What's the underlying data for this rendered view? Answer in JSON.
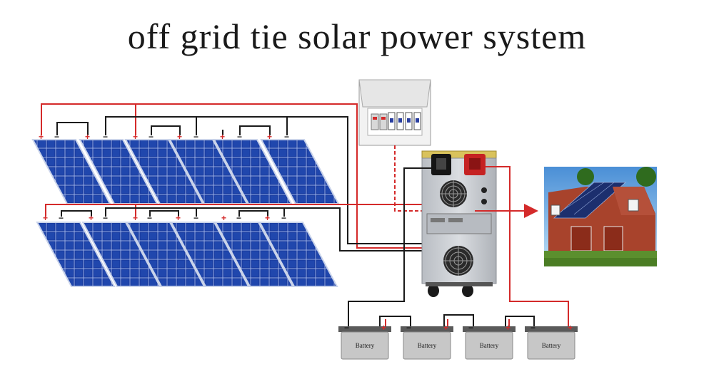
{
  "title": "off grid tie solar power system",
  "colors": {
    "positive_wire": "#d42a2a",
    "negative_wire": "#1a1a1a",
    "panel_blue": "#1a3ea0",
    "inverter_body": "#c9ccd1",
    "battery_body": "#c7c7c7"
  },
  "terminal_signs": {
    "positive": "+",
    "negative": "−"
  },
  "batteries": [
    {
      "label": "Battery"
    },
    {
      "label": "Battery"
    },
    {
      "label": "Battery"
    },
    {
      "label": "Battery"
    }
  ],
  "icons": [
    "solar-panel-icon",
    "breaker-box-icon",
    "inverter-icon",
    "battery-icon",
    "house-icon",
    "arrow-right-icon"
  ]
}
